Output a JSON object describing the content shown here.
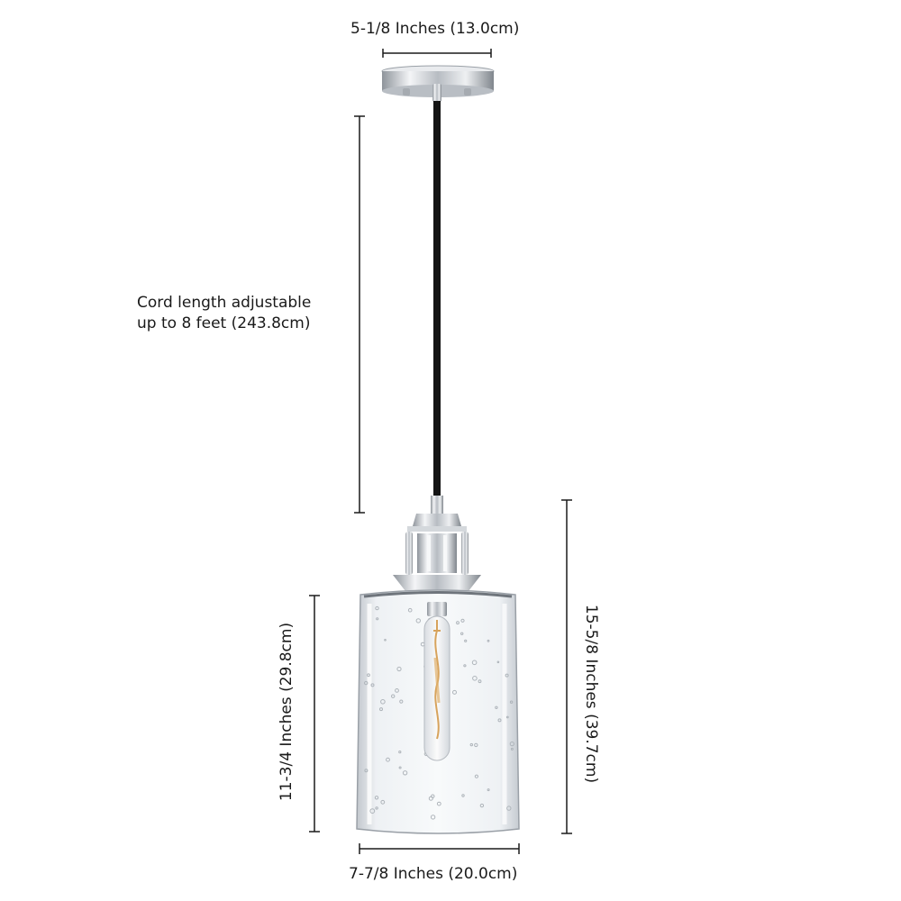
{
  "dimensions": {
    "canopy_width": "5-1/8 Inches (13.0cm)",
    "cord_length_line1": "Cord length adjustable",
    "cord_length_line2": "up to 8 feet (243.8cm)",
    "shade_height": "11-3/4 Inches (29.8cm)",
    "fixture_height": "15-5/8 Inches (39.7cm)",
    "shade_width": "7-7/8 Inches (20.0cm)"
  },
  "colors": {
    "chrome": "#c9ccd1",
    "cord": "#141414",
    "glass_edge": "#8f959c",
    "dimension_line": "#1a1a1a"
  }
}
